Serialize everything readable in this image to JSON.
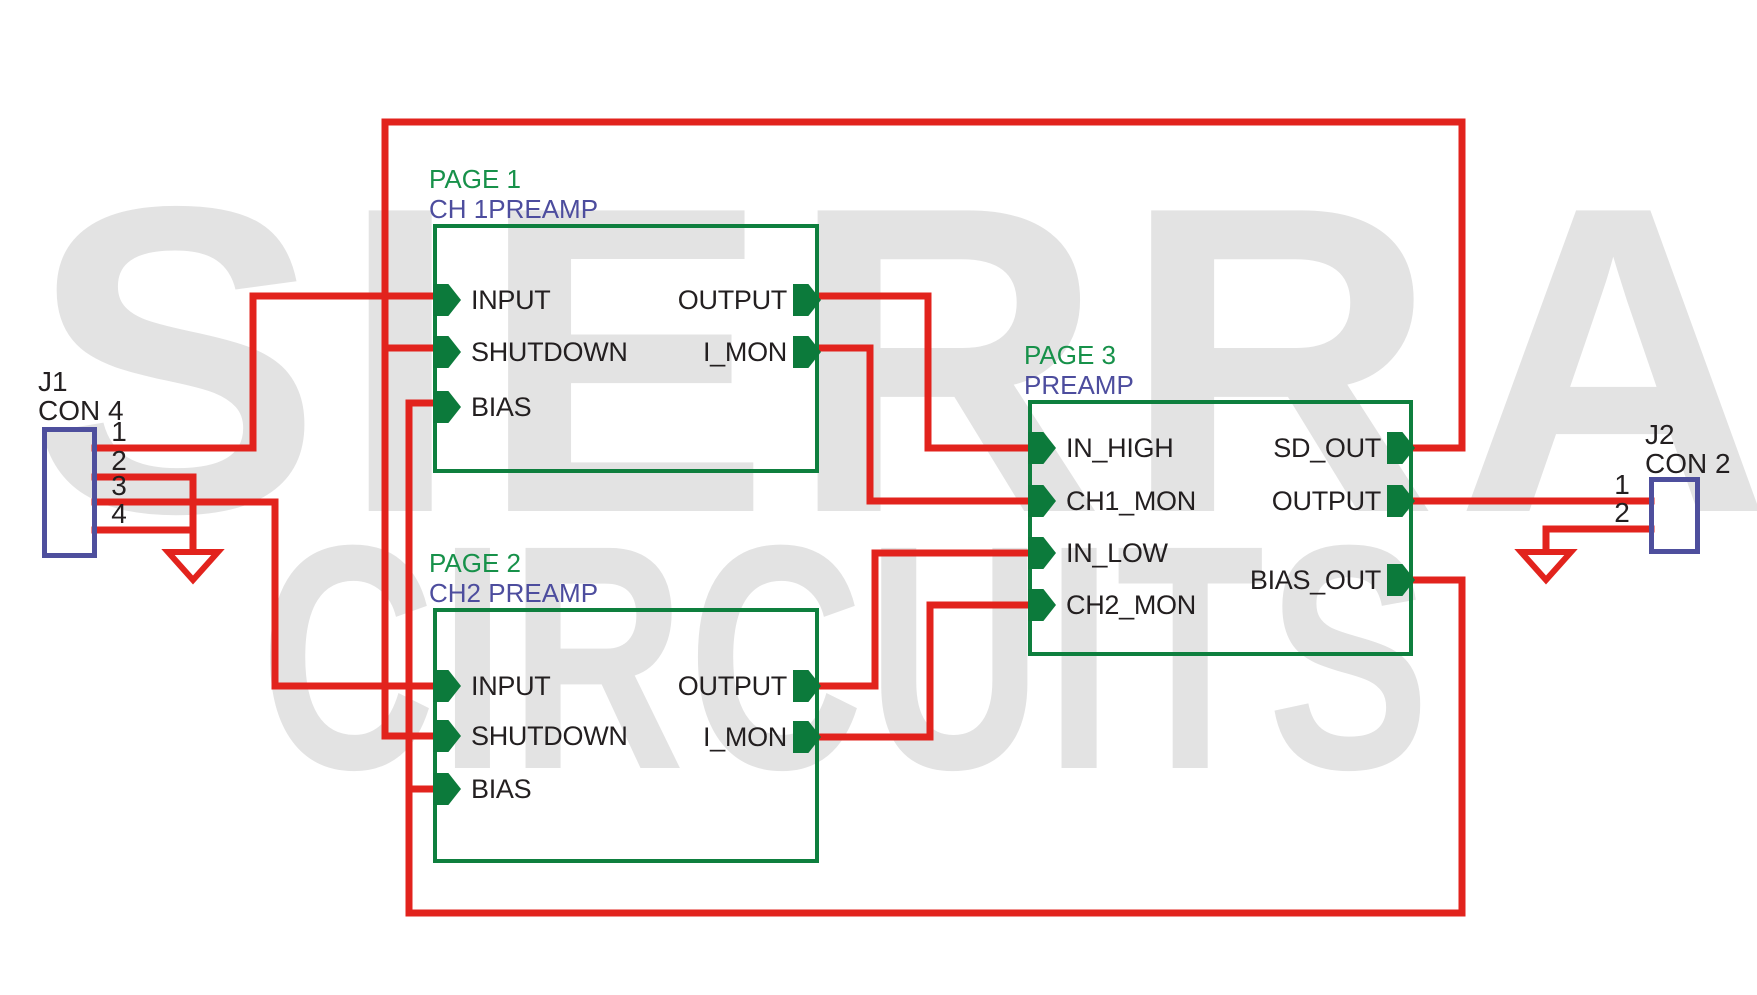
{
  "watermark": {
    "line1": "SIERRA",
    "line2": "CIRCUITS"
  },
  "colors": {
    "wire": "#E2231D",
    "block_border": "#0E7F3E",
    "pin_fill": "#0C7A3B",
    "page_label": "#17914A",
    "name_label": "#4D4D9E",
    "connector_border": "#4E4F9D",
    "text": "#231F20",
    "watermark": "#E3E3E3",
    "background": "#FFFFFF"
  },
  "blocks": [
    {
      "page_label": "PAGE 1",
      "name_label": "CH 1PREAMP",
      "pins_left": [
        "INPUT",
        "SHUTDOWN",
        "BIAS"
      ],
      "pins_right": [
        "OUTPUT",
        "I_MON"
      ]
    },
    {
      "page_label": "PAGE 2",
      "name_label": "CH2 PREAMP",
      "pins_left": [
        "INPUT",
        "SHUTDOWN",
        "BIAS"
      ],
      "pins_right": [
        "OUTPUT",
        "I_MON"
      ]
    },
    {
      "page_label": "PAGE 3",
      "name_label": "PREAMP",
      "pins_left": [
        "IN_HIGH",
        "CH1_MON",
        "IN_LOW",
        "CH2_MON"
      ],
      "pins_right": [
        "SD_OUT",
        "OUTPUT",
        "BIAS_OUT"
      ]
    }
  ],
  "connectors": [
    {
      "designator": "J1",
      "type": "CON 4",
      "pins": [
        "1",
        "2",
        "3",
        "4"
      ]
    },
    {
      "designator": "J2",
      "type": "CON 2",
      "pins": [
        "1",
        "2"
      ]
    }
  ]
}
